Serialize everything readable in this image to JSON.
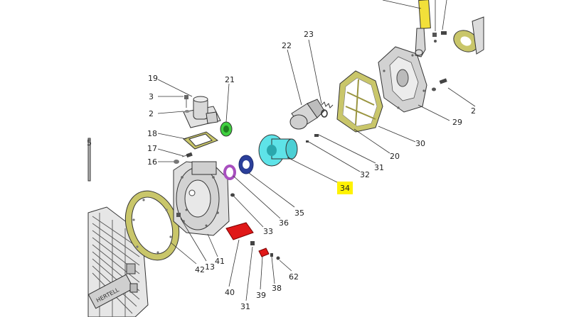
{
  "highlight_color": "#fff200",
  "part_colors": {
    "gasket_olive": "#c9c66a",
    "cyan_flange": "#5ee3e8",
    "blue_ring": "#2b3f9a",
    "purple_ring": "#a84fbf",
    "green_fitting": "#3fcf3f",
    "red_plate": "#e01818",
    "yellow_lever": "#f2e03a",
    "gray_body": "#d8d8d8"
  },
  "labels": {
    "l19": "19",
    "l3a": "3",
    "l2a": "2",
    "l21": "21",
    "l18": "18",
    "l17": "17",
    "l16": "16",
    "l22": "22",
    "l23": "23",
    "l5": "5",
    "l29": "29",
    "l2b": "2",
    "l30": "30",
    "l20": "20",
    "l31a": "31",
    "l32": "32",
    "l34": "34",
    "l36": "36",
    "l35": "35",
    "l33": "33",
    "l42": "42",
    "l13": "13",
    "l41": "41",
    "l40": "40",
    "l31b": "31",
    "l39": "39",
    "l38": "38",
    "l62": "62"
  },
  "brand_text": "HERTELL"
}
